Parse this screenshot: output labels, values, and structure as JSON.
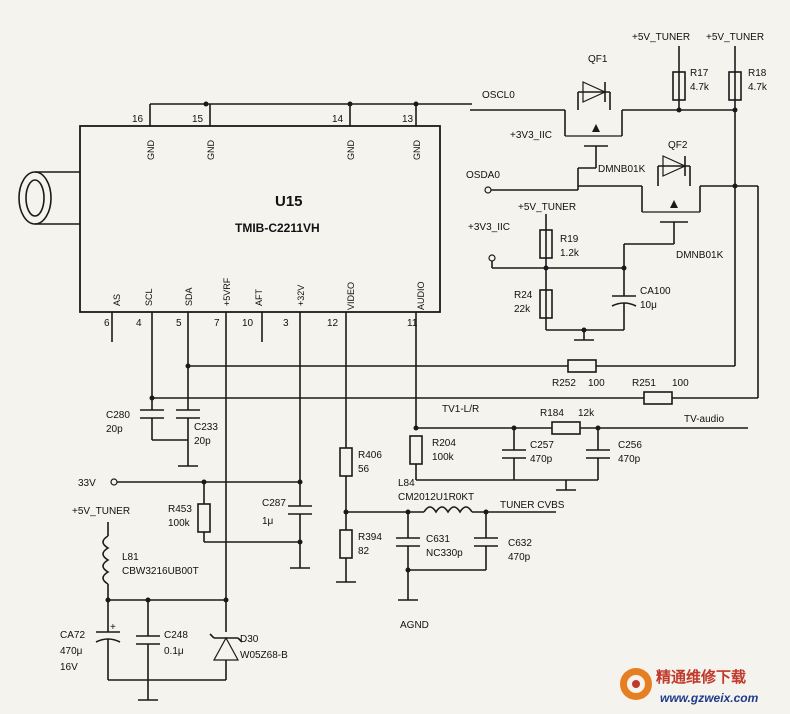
{
  "ic": {
    "designator": "U15",
    "part": "TMIB-C2211VH",
    "top_pins": [
      {
        "num": "16",
        "name": "GND"
      },
      {
        "num": "15",
        "name": "GND"
      },
      {
        "num": "14",
        "name": "GND"
      },
      {
        "num": "13",
        "name": "GND"
      }
    ],
    "bottom_pins": [
      {
        "num": "6",
        "name": "AS"
      },
      {
        "num": "4",
        "name": "SCL"
      },
      {
        "num": "5",
        "name": "SDA"
      },
      {
        "num": "7",
        "name": "+5VRF"
      },
      {
        "num": "10",
        "name": "AFT"
      },
      {
        "num": "3",
        "name": "+32V"
      },
      {
        "num": "12",
        "name": "VIDEO"
      },
      {
        "num": "11",
        "name": "AUDIO"
      }
    ]
  },
  "nets": {
    "oscl": "OSCL0",
    "osda": "OSDA0",
    "v5_tuner": "+5V_TUNER",
    "v33_iic": "+3V3_IIC",
    "v33": "33V",
    "tv_lr": "TV1-L/R",
    "tv_audio": "TV-audio",
    "tuner_cvbs": "TUNER CVBS",
    "agnd": "AGND"
  },
  "components": {
    "qf1": {
      "ref": "QF1",
      "part": "DMNB01K"
    },
    "qf2": {
      "ref": "QF2",
      "part": "DMNB01K"
    },
    "r17": {
      "ref": "R17",
      "val": "4.7k"
    },
    "r18": {
      "ref": "R18",
      "val": "4.7k"
    },
    "r19": {
      "ref": "R19",
      "val": "1.2k"
    },
    "r24": {
      "ref": "R24",
      "val": "22k"
    },
    "ca100": {
      "ref": "CA100",
      "val": "10μ"
    },
    "r252": {
      "ref": "R252",
      "val": "100"
    },
    "r251": {
      "ref": "R251",
      "val": "100"
    },
    "c280": {
      "ref": "C280",
      "val": "20p"
    },
    "c233": {
      "ref": "C233",
      "val": "20p"
    },
    "r204": {
      "ref": "R204",
      "val": "100k"
    },
    "c257": {
      "ref": "C257",
      "val": "470p"
    },
    "r184": {
      "ref": "R184",
      "val": "12k"
    },
    "c256": {
      "ref": "C256",
      "val": "470p"
    },
    "r406": {
      "ref": "R406",
      "val": "56"
    },
    "r394": {
      "ref": "R394",
      "val": "82"
    },
    "l84": {
      "ref": "L84",
      "part": "CM2012U1R0KT"
    },
    "c631": {
      "ref": "C631",
      "val": "NC330p"
    },
    "c632": {
      "ref": "C632",
      "val": "470p"
    },
    "c287": {
      "ref": "C287",
      "val": "1μ"
    },
    "r453": {
      "ref": "R453",
      "val": "100k"
    },
    "l81": {
      "ref": "L81",
      "part": "CBW3216UB00T"
    },
    "ca72": {
      "ref": "CA72",
      "val": "470μ",
      "volt": "16V"
    },
    "c248": {
      "ref": "C248",
      "val": "0.1μ"
    },
    "d30": {
      "ref": "D30",
      "part": "W05Z68-B"
    }
  },
  "watermark": {
    "cn": "精通维修下载",
    "url": "www.gzweix.com"
  }
}
